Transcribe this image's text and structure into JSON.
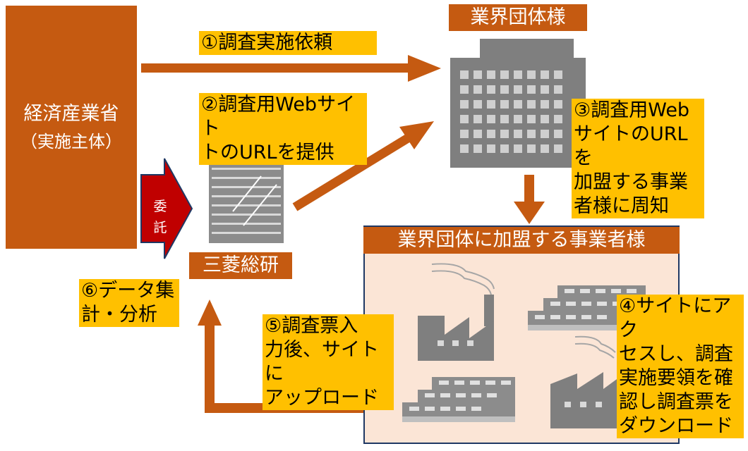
{
  "ministry": {
    "name": "経済産業省",
    "role": "（実施主体）"
  },
  "itaku": {
    "label": "委託"
  },
  "mri": {
    "label": "三菱総研"
  },
  "industry_assoc": {
    "label": "業界団体様"
  },
  "members": {
    "header": "業界団体に加盟する事業者様"
  },
  "steps": {
    "s1": "①調査実施依頼",
    "s2": "②調査用Webサイト\nトのURLを提供",
    "s3": "③調査用Web\nサイトのURLを\n加盟する事業\n者様に周知",
    "s4": "④サイトにアク\nセスし、調査\n実施要領を確\n認し調査票を\nダウンロード",
    "s5": "⑤調査票入\n力後、サイトに\nアップロード",
    "s6": "⑥データ集\n計・分析"
  },
  "colors": {
    "accent": "#c55a11",
    "highlight": "#ffc000",
    "itaku": "#c00000",
    "itaku_border": "#1f3864",
    "icon_gray": "#7f7f7f",
    "members_bg": "#fbe5d6"
  }
}
